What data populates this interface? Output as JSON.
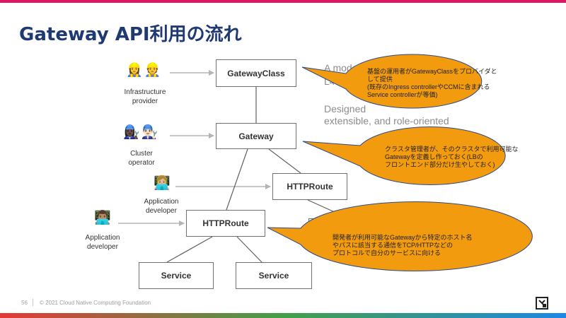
{
  "slide": {
    "title": "Gateway API利用の流れ",
    "page_number": "56",
    "copyright": "© 2021 Cloud Native Computing Foundation",
    "logo_icon": "cncf-logo-icon",
    "accent_color": "#d81b60"
  },
  "background_text": {
    "line1": "A mode",
    "line2": "L4",
    "line3": "Designed",
    "line4": "extensible, and role-oriented"
  },
  "actors": {
    "infrastructure_provider": {
      "icons": "👷‍♀️👷",
      "label": "Infrastructure\nprovider"
    },
    "cluster_operator": {
      "icons": "👩🏿‍🔧👨🏻‍🔧",
      "label": "Cluster\noperator"
    },
    "application_developer_1": {
      "icons": "👩🏼‍💻",
      "label": "Application\ndeveloper"
    },
    "application_developer_2": {
      "icons": "👨🏽‍💻",
      "label": "Application\ndeveloper"
    }
  },
  "nodes": {
    "gateway_class": "GatewayClass",
    "gateway": "Gateway",
    "httproute_upper": "HTTPRoute",
    "httproute_lower": "HTTPRoute",
    "service_left": "Service",
    "service_middle": "Service"
  },
  "callouts": {
    "callout1": "基盤の運用者がGatewayClassをプロバイダと\nして提供\n(既存のIngress controllerやCCMに含まれる\nService controllerが等価)",
    "callout2": "クラスタ管理者が、そのクラスタで利用可能な\nGatewayを定義し作っておく(LBの\nフロントエンド部分だけ生やしておく)",
    "callout3": "開発者が利用可能なGatewayから特定のホスト名\nやパスに該当する通信をTCP/HTTPなどの\nプロトコルで自分のサービスに向ける",
    "fill_color": "#f29b0e",
    "border_color": "#2b4a8b"
  }
}
